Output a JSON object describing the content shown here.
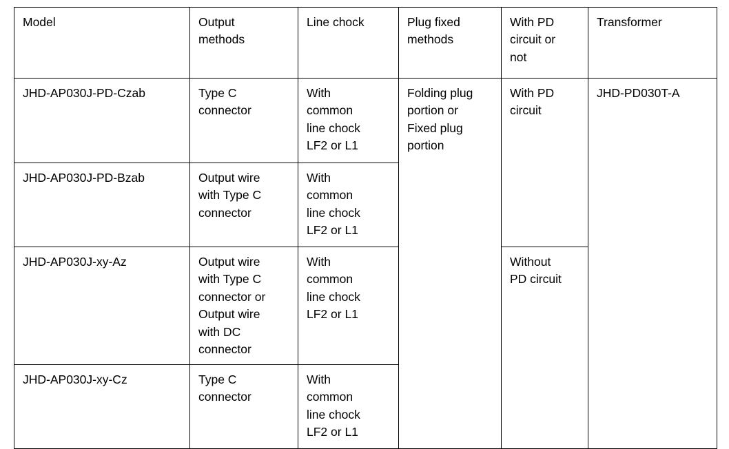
{
  "table": {
    "name": "product-model-specification-table",
    "columns": [
      {
        "key": "model",
        "header": "Model"
      },
      {
        "key": "output",
        "header": "Output\nmethods"
      },
      {
        "key": "chock",
        "header": "Line chock"
      },
      {
        "key": "plug",
        "header": "Plug fixed\nmethods"
      },
      {
        "key": "pd",
        "header": "With PD\ncircuit or\nnot"
      },
      {
        "key": "transformer",
        "header": "Transformer"
      }
    ],
    "rows": [
      {
        "model": "JHD-AP030J-PD-Czab",
        "output": "Type C\nconnector",
        "chock": "With\ncommon\nline chock\nLF2 or L1"
      },
      {
        "model": "JHD-AP030J-PD-Bzab",
        "output": "Output wire\nwith Type C\nconnector",
        "chock": "With\ncommon\nline chock\nLF2 or L1"
      },
      {
        "model": "JHD-AP030J-xy-Az",
        "output": "Output wire\nwith Type C\nconnector or\nOutput wire\nwith DC\nconnector",
        "chock": "With\ncommon\nline chock\nLF2 or L1"
      },
      {
        "model": "JHD-AP030J-xy-Cz",
        "output": "Type C\nconnector",
        "chock": "With\ncommon\nline chock\nLF2 or L1"
      }
    ],
    "merged": {
      "plug_fixed_methods": "Folding plug\nportion or\nFixed plug\nportion",
      "pd_circuit_with": "With PD\ncircuit",
      "pd_circuit_without": "Without\nPD circuit",
      "transformer_value": "JHD-PD030T-A"
    }
  },
  "colors": {
    "border": "#000000",
    "text": "#000000",
    "background": "#ffffff"
  }
}
